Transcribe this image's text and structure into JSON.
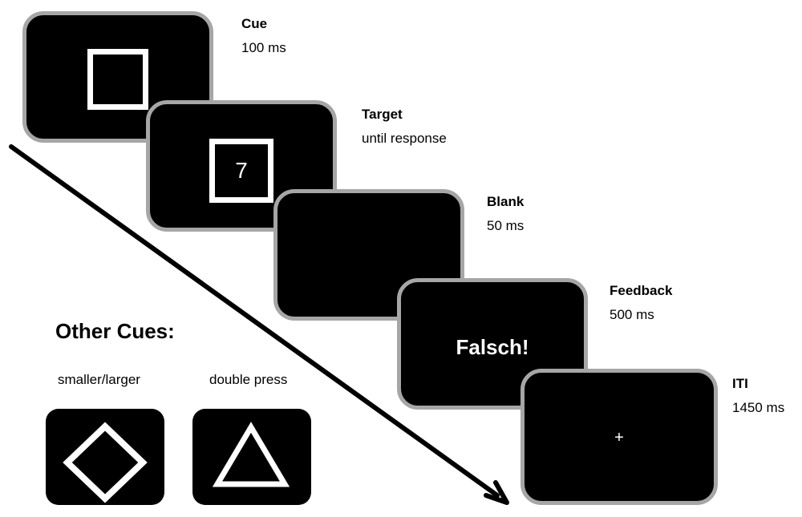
{
  "trial_sequence": {
    "cue": {
      "name": "Cue",
      "duration": "100 ms"
    },
    "target": {
      "name": "Target",
      "duration": "until response",
      "stimulus": "7"
    },
    "blank": {
      "name": "Blank",
      "duration": "50 ms"
    },
    "feedback": {
      "name": "Feedback",
      "duration": "500 ms",
      "message": "Falsch!"
    },
    "iti": {
      "name": "ITI",
      "duration": "1450 ms",
      "fixation": "+"
    }
  },
  "other_cues": {
    "title": "Other Cues:",
    "diamond": {
      "caption": "smaller/larger",
      "shape": "diamond-icon"
    },
    "triangle": {
      "caption": "double press",
      "shape": "triangle-icon"
    }
  },
  "colors": {
    "screen_background": "#000000",
    "screen_border": "#a6a6a6",
    "stimulus": "#ffffff",
    "arrow": "#000000"
  }
}
